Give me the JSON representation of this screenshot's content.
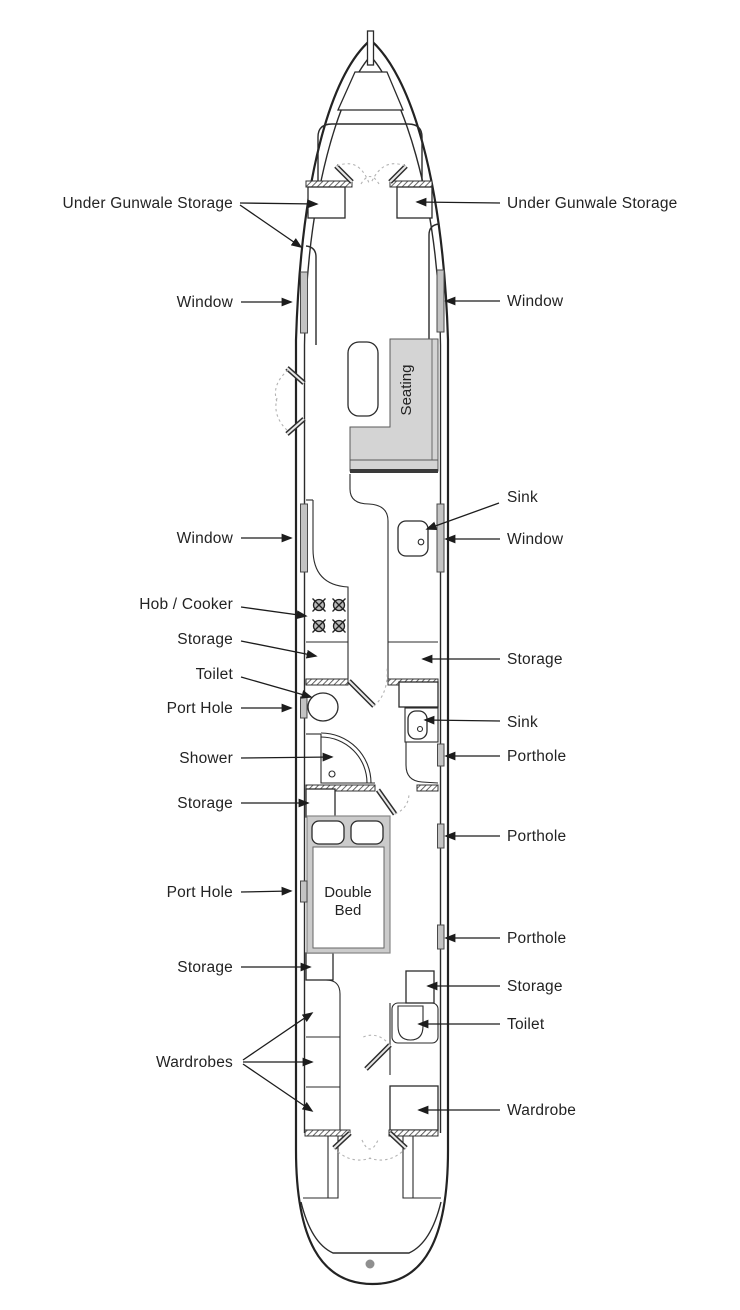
{
  "labels": {
    "left": [
      {
        "text": "Under Gunwale Storage"
      },
      {
        "text": "Window"
      },
      {
        "text": "Window"
      },
      {
        "text": "Hob / Cooker"
      },
      {
        "text": "Storage"
      },
      {
        "text": "Toilet"
      },
      {
        "text": "Port Hole"
      },
      {
        "text": "Shower"
      },
      {
        "text": "Storage"
      },
      {
        "text": "Port Hole"
      },
      {
        "text": "Storage"
      },
      {
        "text": "Wardrobes"
      }
    ],
    "right": [
      {
        "text": "Under Gunwale Storage"
      },
      {
        "text": "Window"
      },
      {
        "text": "Sink"
      },
      {
        "text": "Window"
      },
      {
        "text": "Storage"
      },
      {
        "text": "Sink"
      },
      {
        "text": "Porthole"
      },
      {
        "text": "Porthole"
      },
      {
        "text": "Porthole"
      },
      {
        "text": "Storage"
      },
      {
        "text": "Toilet"
      },
      {
        "text": "Wardrobe"
      }
    ],
    "interior": {
      "seating": "Seating",
      "double_bed_line1": "Double",
      "double_bed_line2": "Bed"
    }
  },
  "colors": {
    "line": "#232323",
    "window_gray": "#c3c3c3",
    "seating_gray": "#d4d4d4",
    "bed_frame_gray": "#cbcbcb",
    "seat_back_dark": "#3a3a3a",
    "stern_dot_gray": "#8f8f8f",
    "background": "#ffffff"
  }
}
